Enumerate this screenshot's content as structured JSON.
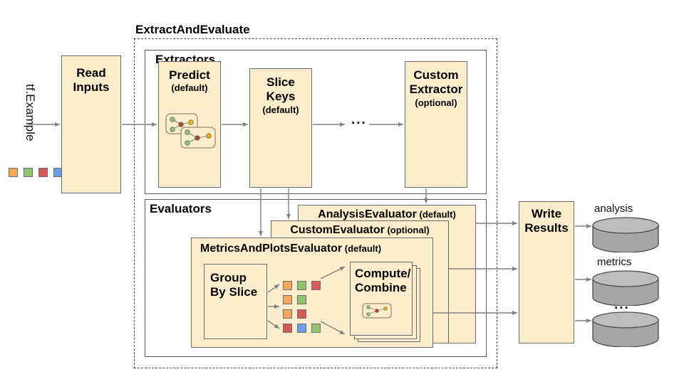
{
  "diagram": {
    "title": "ExtractAndEvaluate",
    "input_label": "tf.Example",
    "ellipsis": "...",
    "colors": {
      "box_fill": "#fceecc",
      "box_stroke": "#6b6b6b",
      "dashed_stroke": "#4a4a4a",
      "arrow": "#808080",
      "cylinder_body": "#a6a6a6",
      "cylinder_top": "#bdbdbd",
      "swatch_orange": "#f4a85c",
      "swatch_green": "#8fc473",
      "swatch_red": "#d9585a",
      "swatch_blue": "#6c9ee8"
    },
    "input_swatches": [
      "#f4a85c",
      "#8fc473",
      "#d9585a",
      "#6c9ee8"
    ],
    "read_inputs": {
      "line1": "Read",
      "line2": "Inputs"
    },
    "extractors": {
      "title": "Extractors",
      "items": [
        {
          "name": "Predict",
          "qualifier": "(default)",
          "has_graph_icon": true
        },
        {
          "name_line1": "Slice",
          "name_line2": "Keys",
          "qualifier": "(default)",
          "has_graph_icon": false
        },
        {
          "name_line1": "Custom",
          "name_line2": "Extractor",
          "qualifier": "(optional)",
          "has_graph_icon": false
        }
      ]
    },
    "evaluators": {
      "title": "Evaluators",
      "analysis": {
        "name": "AnalysisEvaluator",
        "qualifier": "(default)"
      },
      "custom": {
        "name": "CustomEvaluator",
        "qualifier": "(optional)"
      },
      "metrics": {
        "name": "MetricsAndPlotsEvaluator",
        "qualifier": "(default)"
      },
      "group_by_slice": {
        "line1": "Group",
        "line2": "By Slice"
      },
      "compute_combine": {
        "line1": "Compute/",
        "line2": "Combine"
      },
      "slice_rows": [
        [
          "#f4a85c",
          "#8fc473",
          "#d9585a"
        ],
        [
          "#f4a85c",
          "#8fc473"
        ],
        [
          "#f4a85c",
          "#d9585a"
        ],
        [
          "#d9585a",
          "#6c9ee8",
          "#8fc473"
        ]
      ]
    },
    "write_results": {
      "line1": "Write",
      "line2": "Results"
    },
    "outputs": [
      {
        "label": "analysis"
      },
      {
        "label": "metrics"
      },
      {
        "label": "..."
      }
    ]
  }
}
